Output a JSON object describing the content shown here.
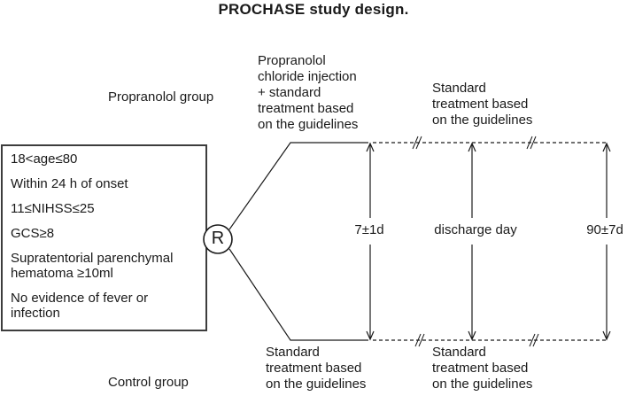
{
  "title": "PROCHASE study design.",
  "eligibility": {
    "items": [
      "18<age≤80",
      "Within 24 h of onset",
      "11≤NIHSS≤25",
      "GCS≥8",
      "Supratentorial parenchymal\nhematoma ≥10ml",
      "No evidence of fever or\ninfection"
    ]
  },
  "randomization": {
    "label": "R"
  },
  "arms": {
    "propranolol": {
      "group_label": "Propranolol group",
      "initial_treatment": "Propranolol\nchloride injection\n+ standard\ntreatment based\non the guidelines",
      "followup_treatment": "Standard\ntreatment based\non the guidelines"
    },
    "control": {
      "group_label": "Control group",
      "initial_treatment": "Standard\ntreatment based\non the guidelines",
      "followup_treatment": "Standard\ntreatment based\non the guidelines"
    }
  },
  "timepoints": [
    "7±1d",
    "discharge day",
    "90±7d"
  ],
  "colors": {
    "line": "#1a1a1a",
    "box_border": "#3d3d3d",
    "background": "#ffffff"
  }
}
